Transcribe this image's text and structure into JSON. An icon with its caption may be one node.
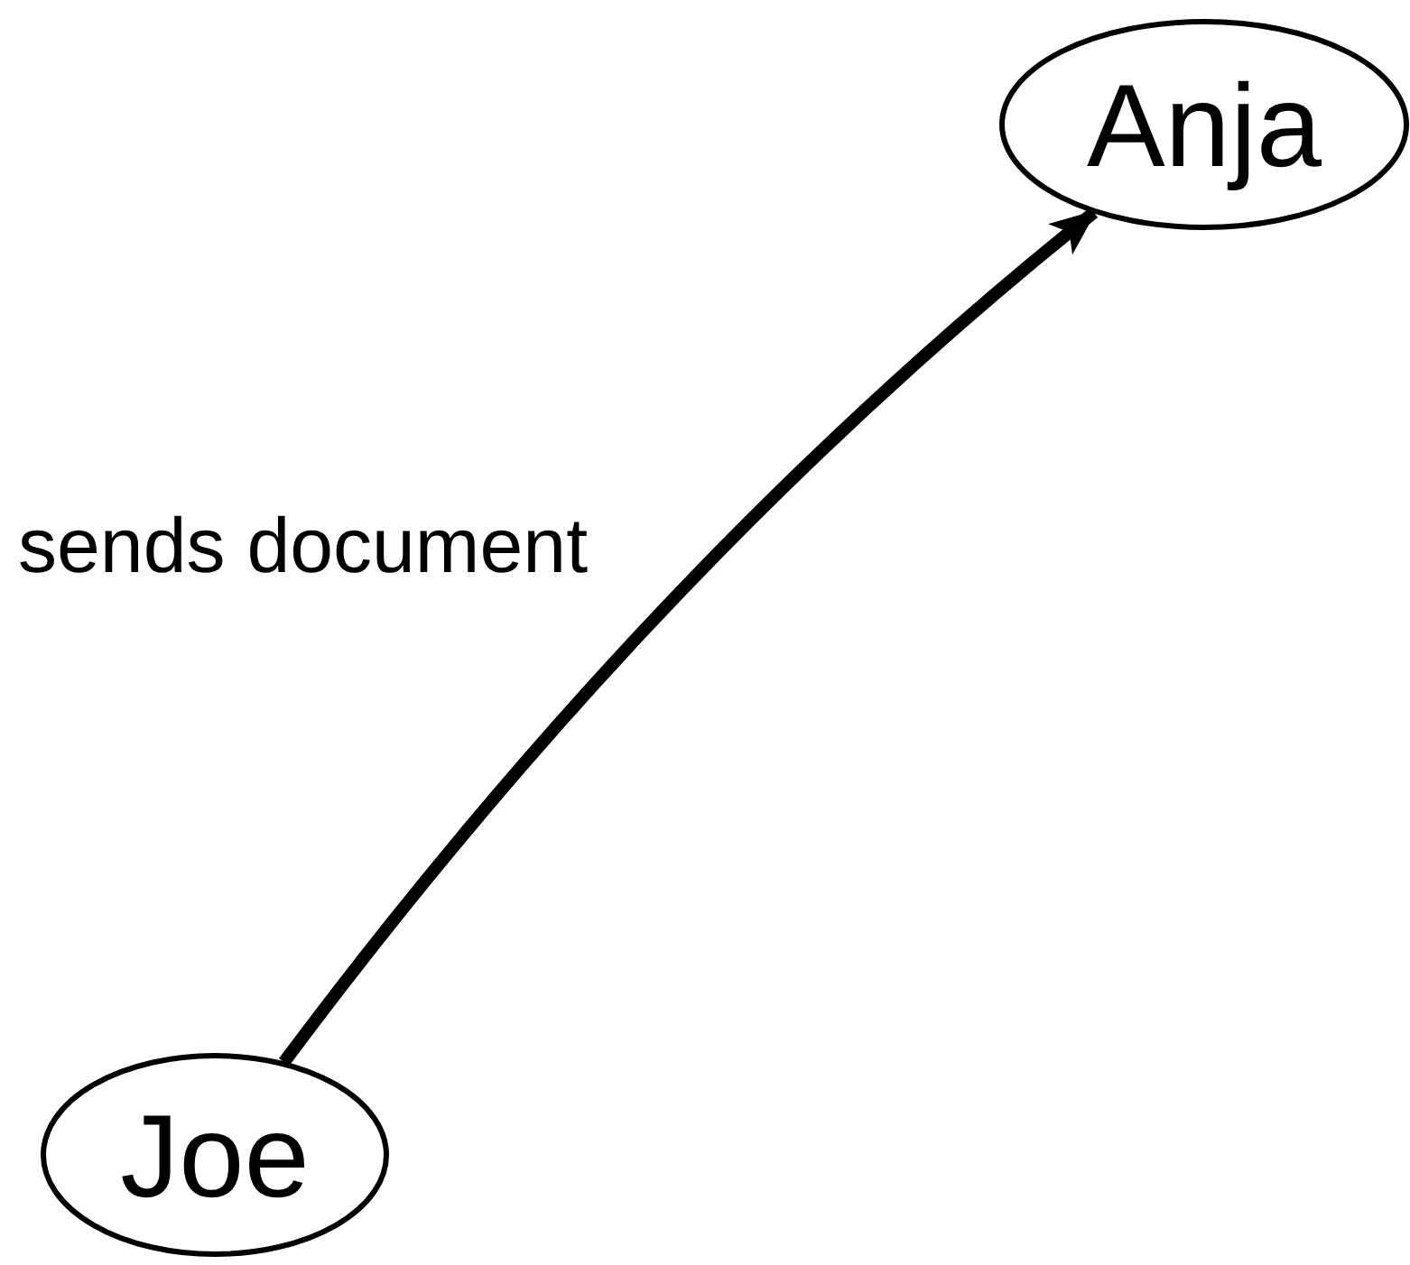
{
  "diagram": {
    "nodes": [
      {
        "text": [
          "Anja"
        ]
      },
      {
        "text": [
          "Joe"
        ]
      }
    ],
    "edges": [
      {
        "from": 1,
        "to": 0,
        "arrow": "to",
        "label": "sends document"
      }
    ]
  }
}
